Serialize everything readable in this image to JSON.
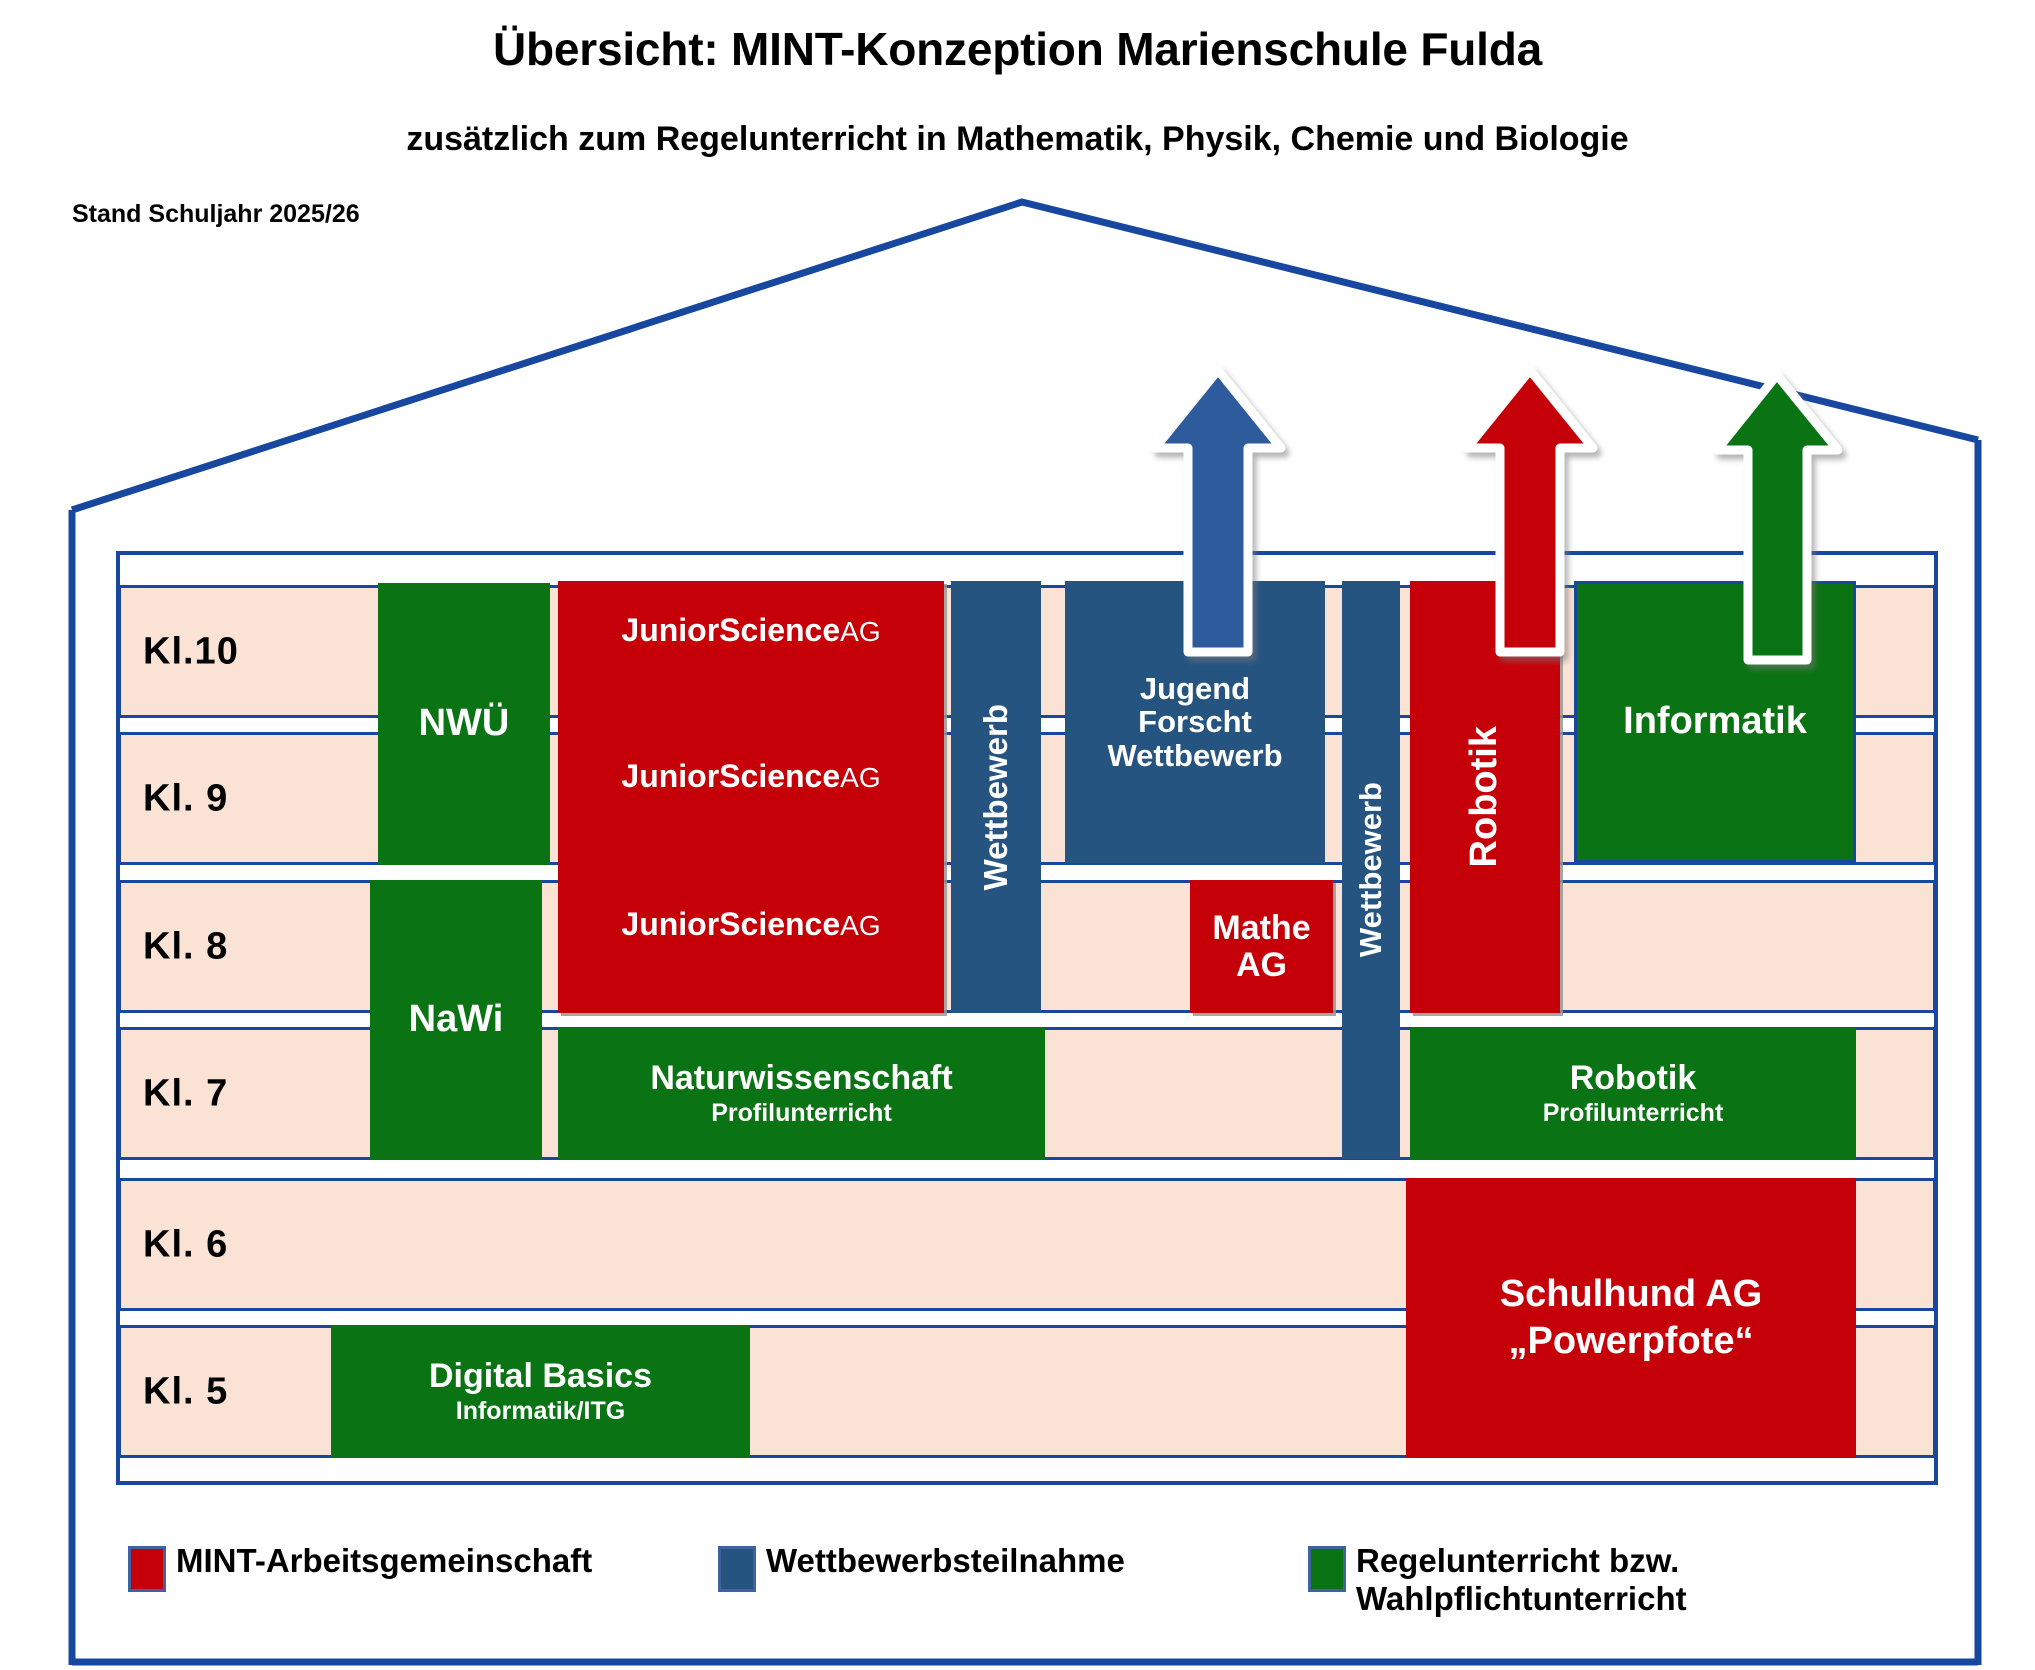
{
  "header": {
    "title": "Übersicht: MINT-Konzeption Marienschule Fulda",
    "subtitle": "zusätzlich zum Regelunterricht in Mathematik, Physik, Chemie und Biologie",
    "status": "Stand Schuljahr 2025/26"
  },
  "grades": [
    {
      "label": "Kl.10"
    },
    {
      "label": "Kl. 9"
    },
    {
      "label": "Kl. 8"
    },
    {
      "label": "Kl. 7"
    },
    {
      "label": "Kl. 6"
    },
    {
      "label": "Kl. 5"
    }
  ],
  "blocks": {
    "nwue": {
      "label": "NWÜ",
      "color": "#0A7313",
      "category": "Regelunterricht"
    },
    "nawi": {
      "label": "NaWi",
      "color": "#0A7313",
      "category": "Regelunterricht"
    },
    "informatik": {
      "label": "Informatik",
      "color": "#0A7313",
      "category": "Regelunterricht"
    },
    "junior_10": {
      "label": "JuniorScience",
      "suffix": "AG",
      "color": "#C60009",
      "category": "MINT-Arbeitsgemeinschaft"
    },
    "junior_9": {
      "label": "JuniorScience",
      "suffix": "AG",
      "color": "#C60009",
      "category": "MINT-Arbeitsgemeinschaft"
    },
    "junior_8": {
      "label": "JuniorScience",
      "suffix": "AG",
      "color": "#C60009",
      "category": "MINT-Arbeitsgemeinschaft"
    },
    "wettbewerb_left": {
      "label": "Wettbewerb",
      "color": "#255480",
      "category": "Wettbewerbsteilnahme"
    },
    "wettbewerb_right": {
      "label": "Wettbewerb",
      "color": "#255480",
      "category": "Wettbewerbsteilnahme"
    },
    "jugend_forscht": {
      "line1": "Jugend",
      "line2": "Forscht",
      "line3": "Wettbewerb",
      "color": "#255480",
      "category": "Wettbewerbsteilnahme"
    },
    "mathe_ag": {
      "line1": "Mathe",
      "line2": "AG",
      "color": "#C60009",
      "category": "MINT-Arbeitsgemeinschaft"
    },
    "robotik_ag": {
      "label": "Robotik",
      "color": "#C60009",
      "category": "MINT-Arbeitsgemeinschaft"
    },
    "naturwissenschaft": {
      "line1": "Naturwissenschaft",
      "line2": "Profilunterricht",
      "color": "#0A7313",
      "category": "Regelunterricht"
    },
    "robotik_profil": {
      "line1": "Robotik",
      "line2": "Profilunterricht",
      "color": "#0A7313",
      "category": "Regelunterricht"
    },
    "digital_basics": {
      "line1": "Digital Basics",
      "line2": "Informatik/ITG",
      "color": "#0A7313",
      "category": "Regelunterricht"
    },
    "schulhund": {
      "line1": "Schulhund AG",
      "line2": "„Powerpfote“",
      "color": "#C60009",
      "category": "MINT-Arbeitsgemeinschaft"
    }
  },
  "arrows": [
    {
      "name": "arrow-blue",
      "color": "#2E5B9C"
    },
    {
      "name": "arrow-red",
      "color": "#C60009"
    },
    {
      "name": "arrow-green",
      "color": "#0A7313"
    }
  ],
  "legend": [
    {
      "swatch": "#C60009",
      "label": "MINT-Arbeitsgemeinschaft"
    },
    {
      "swatch": "#255480",
      "label": "Wettbewerbsteilnahme"
    },
    {
      "swatch": "#0A7313",
      "label": "Regelunterricht bzw.\nWahlpflichtunterricht"
    }
  ],
  "colors": {
    "outline": "#17479E",
    "row_fill": "#FAE3D5",
    "red": "#C60009",
    "navy": "#255480",
    "green": "#0A7313",
    "arrow_blue": "#2E5B9C"
  }
}
